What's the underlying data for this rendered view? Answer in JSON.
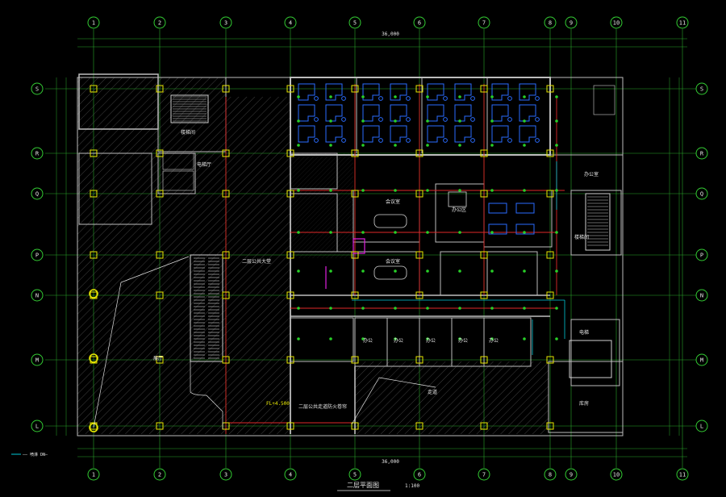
{
  "drawing": {
    "title": "二层平面图",
    "scale": "1:100",
    "legend_label": "—— 喷淋 DN—",
    "overall_dim_top": "36,000",
    "overall_dim_bottom": "36,000"
  },
  "axes": {
    "columns": [
      "1",
      "2",
      "3",
      "4",
      "5",
      "6",
      "7",
      "8",
      "9",
      "10",
      "11"
    ],
    "rows": [
      "S",
      "R",
      "Q",
      "P",
      "N",
      "M",
      "L"
    ]
  },
  "rooms": {
    "stair_main": "楼梯间",
    "elevator_hall": "电梯厅",
    "lobby": "二层公共大堂",
    "hall_lower": "展厅",
    "meeting_a": "会议室",
    "meeting_b": "会议室",
    "office_open": "办公区",
    "office_right": "办公室",
    "corridor": "走道",
    "stair_right": "楼梯间",
    "elevator_right": "电梯",
    "storage": "库房",
    "room_b1": "办公",
    "room_b2": "办公",
    "room_b3": "办公",
    "room_b4": "办公",
    "room_b5": "办公",
    "note_a": "FL+4.500",
    "note_b": "二层公共走道防火卷帘"
  },
  "colors": {
    "axis": "#33cc33",
    "wall": "#cccccc",
    "hatch": "#6a6a6a",
    "pipe": "#ff3030",
    "blue": "#2a6cff",
    "cyan": "#00d0e0",
    "yellow": "#e8e800",
    "magenta": "#e020e0",
    "text": "#e8e8e8"
  }
}
